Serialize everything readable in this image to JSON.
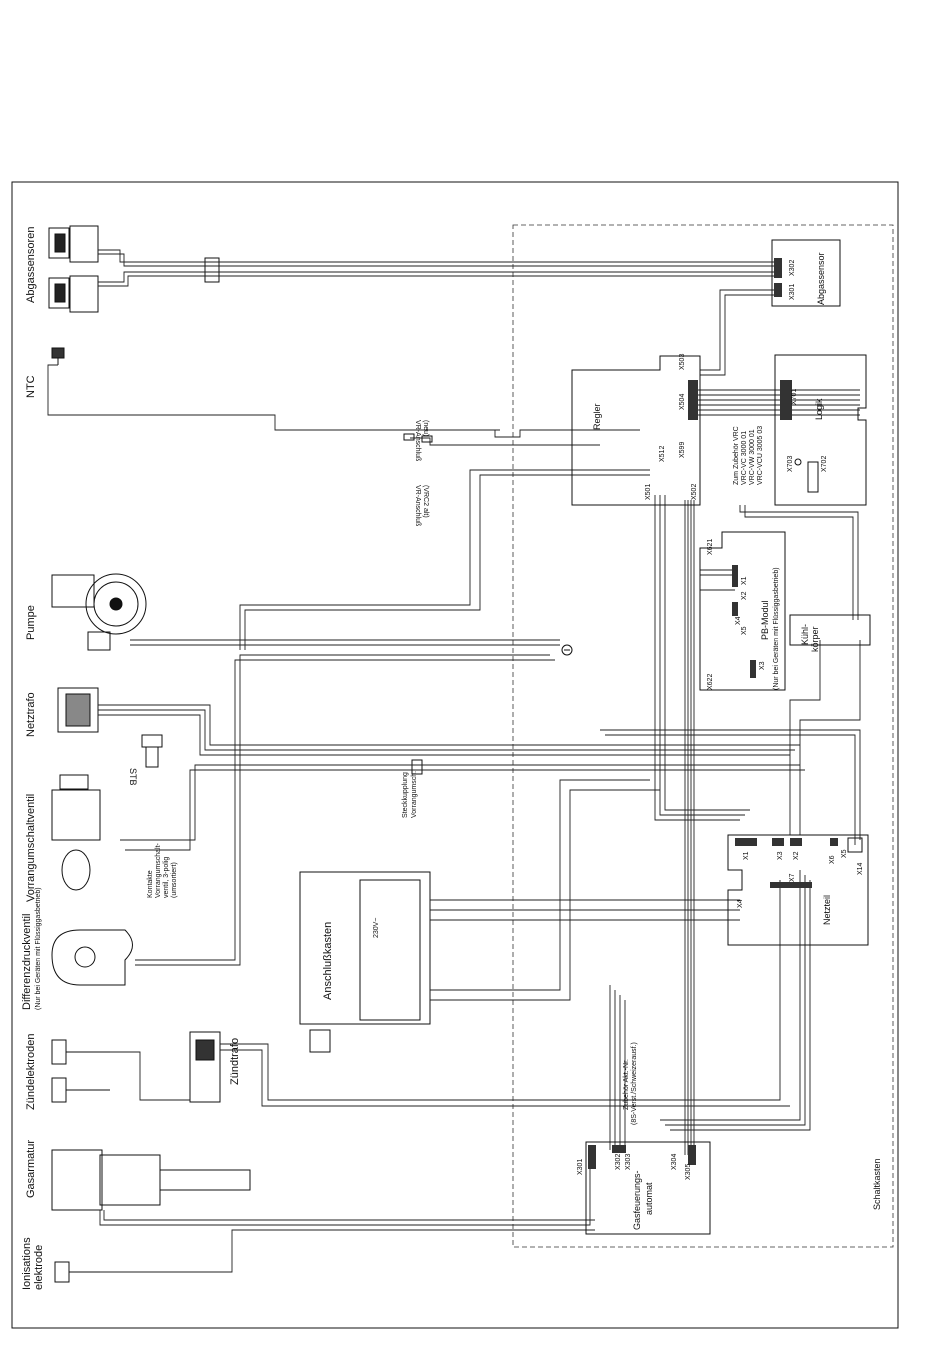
{
  "components": {
    "abgassensoren": "Abgassensoren",
    "ntc": "NTC",
    "pumpe": "Pumpe",
    "netztrafo": "Netztrafo",
    "stb": "STB",
    "vorrangumschaltventil": "Vorrangumschaltventil",
    "differenzdruckventil": "Differenzdruckventil",
    "differenzdruckventil_note": "(Nur bei Geräten mit Flüssiggasbetrieb)",
    "zuendelektroden": "Zündelektroden",
    "zuendtrafo": "Zündtrafo",
    "gasarmatur": "Gasarmatur",
    "ionisationselektrode_1": "Ionisations",
    "ionisationselektrode_2": "elektrode",
    "anschlusskasten": "Anschlußkasten",
    "steckkupplung_1": "Steckkupplung",
    "steckkupplung_2": "Vorrangumsch.",
    "ventil_note_1": "Kontakte",
    "ventil_note_2": "Vorrangumschalt-",
    "ventil_note_3": "ventil, 3-polig",
    "ventil_note_4": "(umsortiert)"
  },
  "modules": {
    "abgassensor": "Abgassensor",
    "abgassensor_x301": "X301",
    "abgassensor_x302": "X302",
    "regler": "Regler",
    "regler_x503": "X503",
    "regler_x504": "X504",
    "regler_x501": "X501",
    "regler_x512": "X512",
    "regler_x502": "X502",
    "regler_x599": "X599",
    "logik": "Logik",
    "logik_x701": "X701",
    "logik_x703": "X703",
    "logik_x702": "X702",
    "zubehoer_1": "Zum Zubehör VRC",
    "zubehoer_2": "VRC-VC 3000 01",
    "zubehoer_3": "VRC-VW 3000 01",
    "zubehoer_4": "VRC-VCU 3005 03",
    "vr_anschluss_1": "VR-Anschluß",
    "vr_anschluss_2": "(neu)",
    "vr_anschluss_3": "VR-Anschluß",
    "vr_anschluss_4": "(VRC2 alt)",
    "pb_modul": "PB-Modul",
    "pb_note": "(Nur bei Geräten mit Flüssiggasbetrieb)",
    "pb_x1": "X1",
    "pb_x2": "X2",
    "pb_x3": "X3",
    "pb_x4": "X4",
    "pb_x5": "X5",
    "pb_x621": "X621",
    "pb_x622": "X622",
    "kuehlkoerper_1": "Kühl-",
    "kuehlkoerper_2": "körper",
    "netzteil": "Netzteil",
    "netzteil_x1": "X1",
    "netzteil_x2": "X2",
    "netzteil_x3": "X3",
    "netzteil_x4": "X4",
    "netzteil_x5": "X5",
    "netzteil_x6": "X6",
    "netzteil_x7": "X7",
    "netzteil_x14": "X14",
    "gasfeuerung_1": "Gasfeuerungs-",
    "gasfeuerung_2": "automat",
    "gf_x301": "X301",
    "gf_x302": "X302",
    "gf_x303": "X303",
    "gf_x304": "X304",
    "gf_x305": "X305",
    "gf_note_1": "Zubehör Akt.-Nr.",
    "gf_note_2": "(8S-Verst./Schweizerausf.)",
    "schaltkasten": "Schaltkasten",
    "anschluss_230v": "230V~"
  }
}
